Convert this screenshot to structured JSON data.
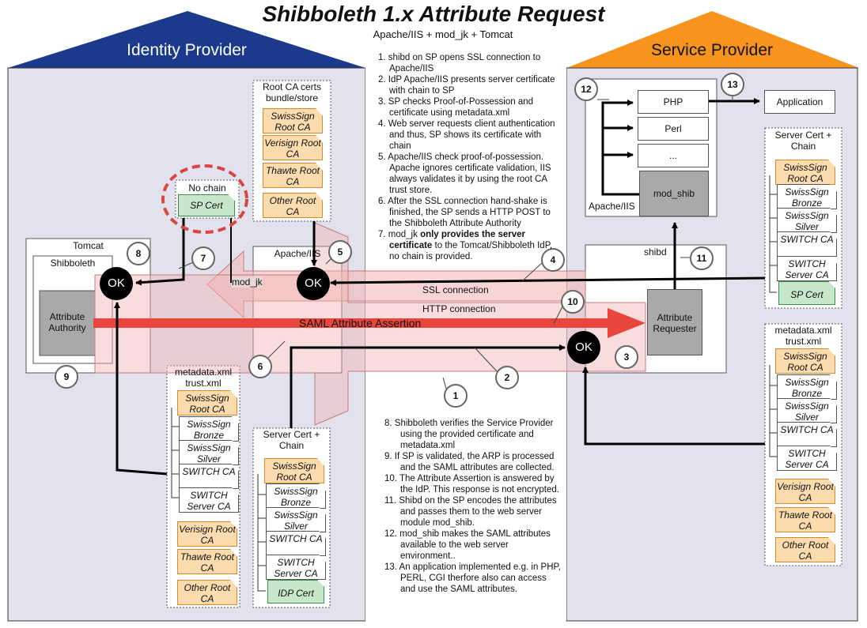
{
  "title": "Shibboleth 1.x Attribute Request",
  "subtitle": "Apache/IIS  + mod_jk + Tomcat",
  "idp": {
    "label": "Identity Provider",
    "tomcat": "Tomcat",
    "shibboleth": "Shibboleth",
    "attribute_authority": "Attribute Authority",
    "apache": "Apache/IIS",
    "mod_jk": "mod_jk",
    "no_chain": "No chain",
    "sp_cert": "SP Cert",
    "root_ca_title": "Root CA certs bundle/store",
    "root_ca_certs": [
      "SwissSign Root CA",
      "Verisign Root CA",
      "Thawte Root CA",
      "Other Root CA"
    ],
    "metadata_title": "metadata.xml trust.xml",
    "metadata_certs": [
      "SwissSign Root CA",
      "SwissSign Bronze",
      "SwissSign Silver",
      "SWITCH CA",
      "SWITCH Server CA",
      "Verisign Root CA",
      "Thawte Root CA",
      "Other Root CA"
    ],
    "server_cert_title": "Server Cert + Chain",
    "server_cert_certs": [
      "SwissSign Root CA",
      "SwissSign Bronze",
      "SwissSign Silver",
      "SWITCH CA",
      "SWITCH Server CA",
      "IDP Cert"
    ]
  },
  "sp": {
    "label": "Service Provider",
    "php": "PHP",
    "perl": "Perl",
    "dots": "...",
    "mod_shib": "mod_shib",
    "apache": "Apache/IIS",
    "application": "Application",
    "shibd": "shibd",
    "attribute_requester": "Attribute Requester",
    "server_cert_title": "Server Cert + Chain",
    "server_cert_certs": [
      "SwissSign Root CA",
      "SwissSign Bronze",
      "SwissSign Silver",
      "SWITCH CA",
      "SWITCH Server CA",
      "SP Cert"
    ],
    "metadata_title": "metadata.xml trust.xml",
    "metadata_certs": [
      "SwissSign Root CA",
      "SwissSign Bronze",
      "SwissSign Silver",
      "SWITCH CA",
      "SWITCH Server CA",
      "Verisign Root CA",
      "Thawte Root CA",
      "Other Root CA"
    ]
  },
  "connections": {
    "ssl": "SSL connection",
    "http": "HTTP connection",
    "saml": "SAML Attribute Assertion",
    "ok": "OK"
  },
  "step_numbers": [
    "1",
    "2",
    "3",
    "4",
    "5",
    "6",
    "7",
    "8",
    "9",
    "10",
    "11",
    "12",
    "13"
  ],
  "steps_top": [
    "1. shibd on SP opens SSL connection to Apache/IIS",
    "2. IdP Apache/IIS presents server certificate with chain to SP",
    "3. SP checks Proof-of-Possession and certificate using metadata.xml",
    "4. Web server requests client authentication and thus, SP shows its certificate with chain",
    "5. Apache/IIS check proof-of-possession. Apache ignores certificate  validation, IIS always validates it by using the root CA trust store.",
    "6. After the SSL connection hand-shake is finished, the SP sends a HTTP POST to the Shibboleth Attribute Authority"
  ],
  "step7": {
    "prefix": "7. mod_jk ",
    "bold": "only provides the server certificate",
    "suffix": " to the Tomcat/Shibboleth IdP, no chain is provided."
  },
  "steps_bottom": [
    "8.   Shibboleth verifies the Service Provider using the provided certificate and metadata.xml",
    "9.   If SP is validated, the ARP is processed and the SAML attributes are collected.",
    "10. The Attribute Assertion is answered by the IdP. This response is not encrypted.",
    "11. Shibd on the SP encodes the attributes and passes them to the web server module mod_shib.",
    "12. mod_shib makes the SAML attributes available to the web server environment..",
    "13. An application implemented e.g. in PHP, PERL, CGI therfore also can access and use the SAML attributes."
  ],
  "colors": {
    "idp_roof": "#1b3a8c",
    "sp_roof": "#f7941d",
    "house_fill": "#e2e2ee",
    "arrow_fill": "#f5bcbc",
    "saml_arrow": "#e8453c",
    "orange_cert": "#fcdcae",
    "green_cert": "#c8e6c9"
  }
}
